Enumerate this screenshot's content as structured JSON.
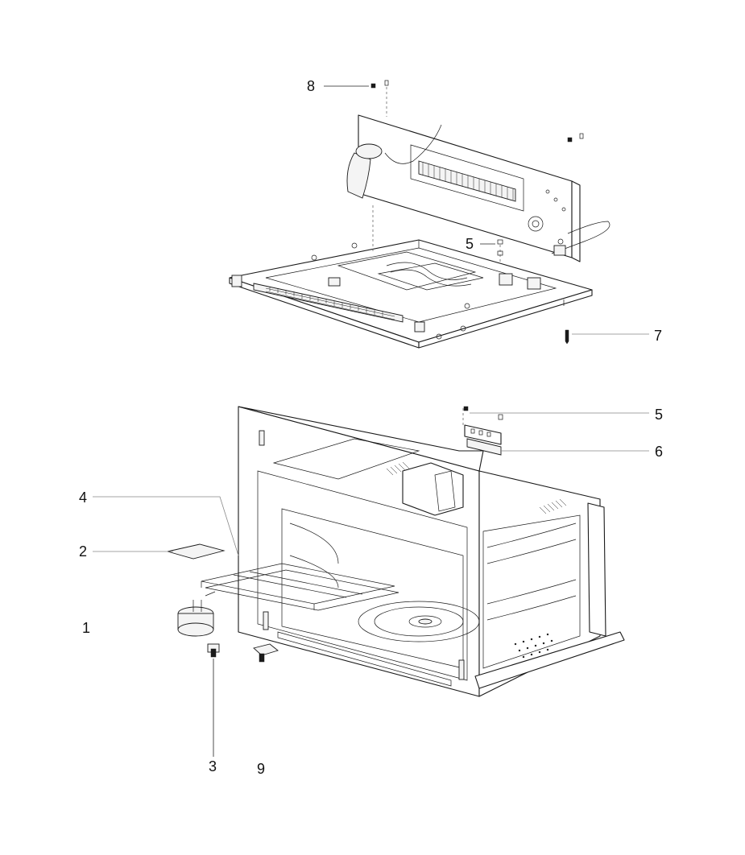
{
  "callouts": {
    "c8": "8",
    "c5_top": "5",
    "c7": "7",
    "c5_lower": "5",
    "c6": "6",
    "c4": "4",
    "c2": "2",
    "c1": "1",
    "c3": "3",
    "c9": "9"
  },
  "colors": {
    "line": "#1a1a1a",
    "leader": "#888888",
    "background": "#ffffff"
  }
}
